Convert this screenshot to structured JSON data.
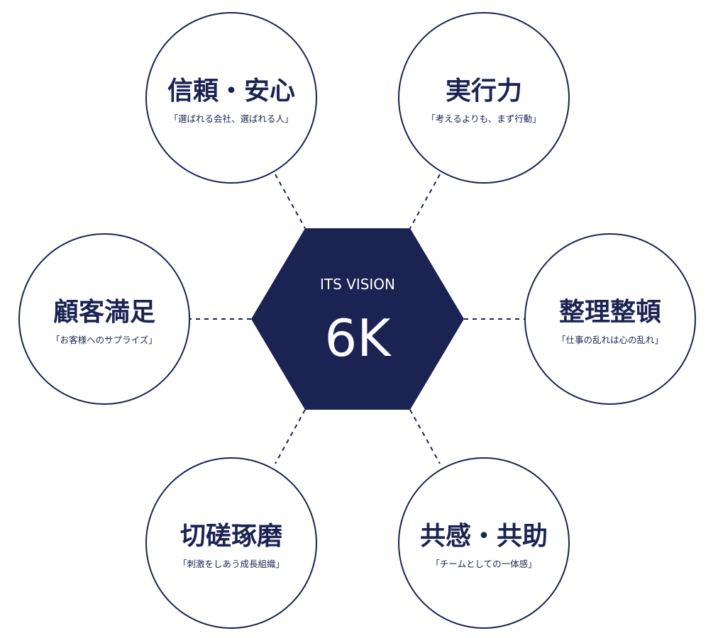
{
  "center": {
    "label": "ITS VISION",
    "title": "6K"
  },
  "values": [
    {
      "title": "信頼・安心",
      "subtitle": "「選ばれる会社、選ばれる人」"
    },
    {
      "title": "実行力",
      "subtitle": "「考えるよりも、まず行動」"
    },
    {
      "title": "整理整頓",
      "subtitle": "「仕事の乱れは心の乱れ」"
    },
    {
      "title": "共感・共助",
      "subtitle": "「チームとしての一体感」"
    },
    {
      "title": "切磋琢磨",
      "subtitle": "「刺激をしあう成長組織」"
    },
    {
      "title": "顧客満足",
      "subtitle": "「お客様へのサプライズ」"
    }
  ],
  "colors": {
    "navy": "#1a2352",
    "background": "#ffffff"
  }
}
